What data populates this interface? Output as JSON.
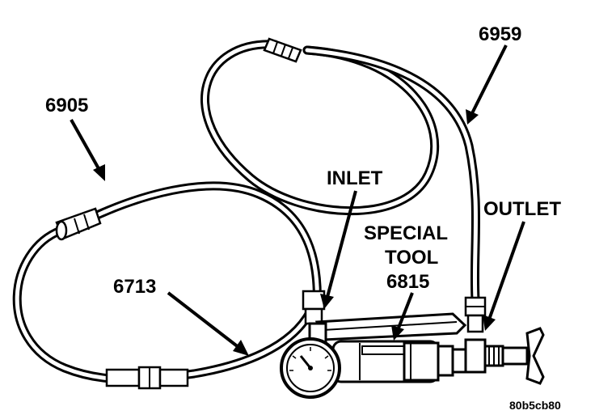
{
  "figure": {
    "labels": {
      "hose_upper": "6959",
      "hose_left": "6905",
      "hose_lower": "6713",
      "inlet": "INLET",
      "outlet": "OUTLET",
      "tool_line1": "SPECIAL",
      "tool_line2": "TOOL",
      "tool_line3": "6815"
    },
    "figure_id": "80b5cb80"
  }
}
